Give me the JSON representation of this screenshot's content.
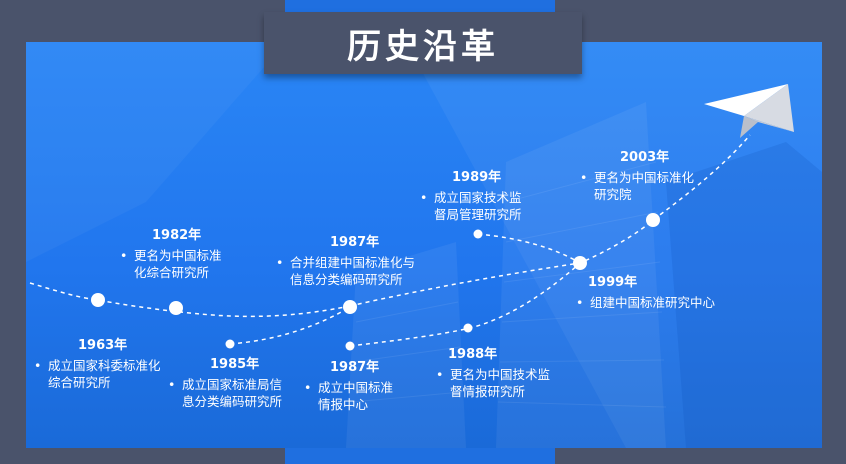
{
  "page": {
    "title": "历史沿革"
  },
  "colors": {
    "panel": "#2176ee",
    "frame": "#4a536b",
    "accent": "#1f6fe0"
  },
  "timeline": [
    {
      "id": "1963",
      "year": "1963年",
      "lines": [
        "成立国家科委标准化",
        "综合研究所"
      ]
    },
    {
      "id": "1982",
      "year": "1982年",
      "lines": [
        "更名为中国标准",
        "化综合研究所"
      ]
    },
    {
      "id": "1985",
      "year": "1985年",
      "lines": [
        "成立国家标准局信",
        "息分类编码研究所"
      ]
    },
    {
      "id": "1987a",
      "year": "1987年",
      "lines": [
        "合并组建中国标准化与",
        "信息分类编码研究所"
      ]
    },
    {
      "id": "1987b",
      "year": "1987年",
      "lines": [
        "成立中国标准",
        "情报中心"
      ]
    },
    {
      "id": "1989",
      "year": "1989年",
      "lines": [
        "成立国家技术监",
        "督局管理研究所"
      ]
    },
    {
      "id": "1988",
      "year": "1988年",
      "lines": [
        "更名为中国技术监",
        "督情报研究所"
      ]
    },
    {
      "id": "1999",
      "year": "1999年",
      "lines": [
        "组建中国标准研究中心"
      ]
    },
    {
      "id": "2003",
      "year": "2003年",
      "lines": [
        "更名为中国标准化",
        "研究院"
      ]
    }
  ],
  "icons": {
    "plane": "paper-plane-icon"
  }
}
